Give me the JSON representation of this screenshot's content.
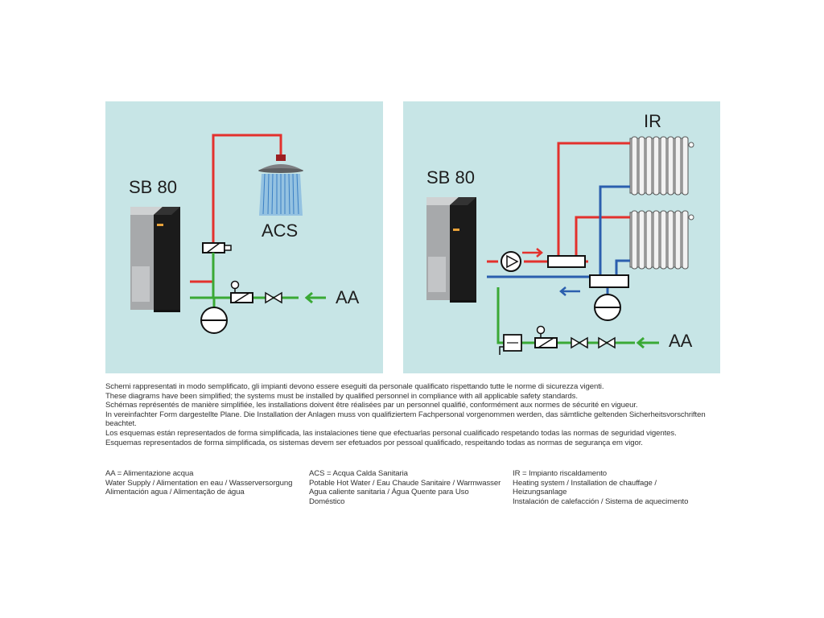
{
  "left_diagram": {
    "unit_label": "SB 80",
    "shower_label": "ACS",
    "water_label": "AA"
  },
  "right_diagram": {
    "unit_label": "SB 80",
    "radiator_label": "IR",
    "water_label": "AA"
  },
  "colors": {
    "panel_bg": "#c7e5e6",
    "hot_pipe": "#e3312d",
    "cold_pipe": "#3aa935",
    "return_pipe": "#2b5fae"
  },
  "notes": [
    "Schemi rappresentati in modo semplificato, gli impianti devono essere eseguiti da personale qualificato rispettando tutte le norme di sicurezza vigenti.",
    "These diagrams have been simplified; the systems must be installed by qualified personnel in compliance with all applicable safety standards.",
    "Schémas représentés de manière simplifiée, les installations doivent être réalisées par un personnel qualifié, conformément aux normes de sécurité en vigueur.",
    "In vereinfachter Form dargestellte Plane. Die Installation der Anlagen muss von qualifiziertem Fachpersonal vorgenommen werden, das sämtliche geltenden Sicherheitsvorschriften beachtet.",
    "Los esquemas están representados de forma simplificada, las instalaciones tiene que efectuarlas personal cualificado respetando todas las normas de seguridad vigentes.",
    "Esquemas representados de forma simplificada, os sistemas devem ser efetuados por pessoal qualificado, respeitando todas as normas de segurança em vigor."
  ],
  "legend": {
    "aa": [
      "AA = Alimentazione acqua",
      "Water Supply / Alimentation en eau / Wasserversorgung",
      "Alimentación agua / Alimentação de água"
    ],
    "acs": [
      "ACS = Acqua Calda Sanitaria",
      "Potable Hot Water / Eau Chaude Sanitaire / Warmwasser",
      "Agua caliente sanitaria / Água Quente para Uso",
      "Doméstico"
    ],
    "ir": [
      "IR = Impianto riscaldamento",
      "Heating system / Installation de chauffage /",
      "Heizungsanlage",
      "Instalación de calefacción / Sistema de aquecimento"
    ]
  }
}
